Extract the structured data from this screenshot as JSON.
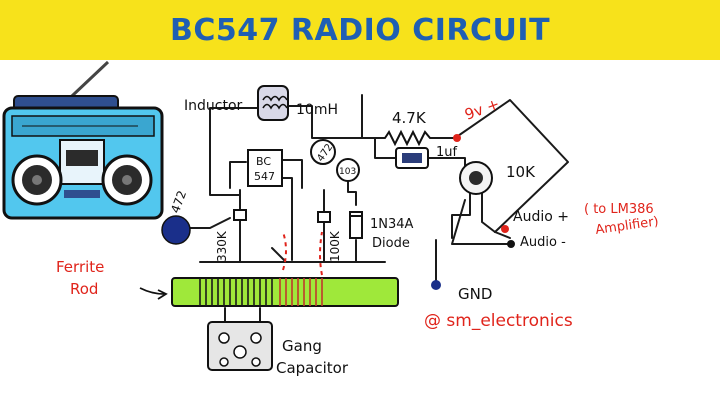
{
  "title": "BC547 RADIO CIRCUIT",
  "labels": {
    "inductor": "Inductor",
    "inductor_value": "10mH",
    "resistor_47k": "4.7K",
    "cap_1uf": "1uf",
    "supply": "9v +",
    "pot_10k": "10K",
    "transistor": "BC",
    "transistor_num": "547",
    "cap_472_left": "472",
    "cap_472_mid": "472",
    "cap_103": "103",
    "resistor_330k": "330K",
    "resistor_100k": "100K",
    "diode_part": "1N34A",
    "diode_word": "Diode",
    "audio_plus": "Audio +",
    "to_lm386_line1": "( to LM386",
    "to_lm386_line2": "Amplifier)",
    "audio_minus": "Audio -",
    "gnd": "GND",
    "ferrite_line1": "Ferrite",
    "ferrite_line2": "Rod",
    "gang_line1": "Gang",
    "gang_line2": "Capacitor",
    "credit": "@ sm_electronics"
  },
  "colors": {
    "banner": "#f7e21b",
    "title": "#1f5fb3",
    "wire": "#1a1a1a",
    "annotation_red": "#e0241b",
    "ferrite": "#9fe83a",
    "terminal_blue": "#1a2f8a",
    "radio_body": "#52c7ee"
  },
  "icons": [
    "boombox-radio-icon",
    "ferrite-rod-icon",
    "gang-capacitor-icon",
    "potentiometer-icon",
    "transistor-icon",
    "diode-icon"
  ]
}
